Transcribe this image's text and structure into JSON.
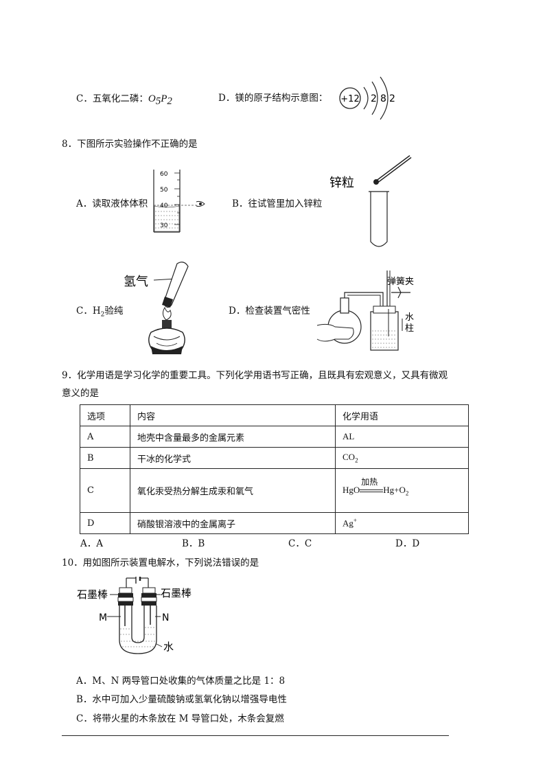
{
  "q7": {
    "option_c_label": "C．五氧化二磷：",
    "option_c_formula_a": "O",
    "option_c_formula_a_sub": "5",
    "option_c_formula_b": "P",
    "option_c_formula_b_sub": "2",
    "option_d_label": "D．镁的原子结构示意图：",
    "nucleus": "+12",
    "shells": [
      "2",
      "8",
      "2"
    ]
  },
  "q8": {
    "stem": "8．下图所示实验操作不正确的是",
    "a_label": "A．读取液体体积",
    "a_ticks": [
      "60",
      "50",
      "40",
      "30"
    ],
    "b_label": "B．往试管里加入锌粒",
    "b_tag": "锌粒",
    "c_label": "C．H",
    "c_label_sub": "2",
    "c_label_rest": "验纯",
    "c_tag": "氢气",
    "d_label": "D．检查装置气密性",
    "d_tag_clip": "弹簧夹",
    "d_tag_water_1": "水",
    "d_tag_water_2": "柱"
  },
  "q9": {
    "stem_line1": "9．化学用语是学习化学的重要工具。下列化学用语书写正确，且既具有宏观意义，又具有微观",
    "stem_line2": "意义的是",
    "headers": [
      "选项",
      "内容",
      "化学用语"
    ],
    "rows": [
      {
        "opt": "A",
        "content": "地壳中含量最多的金属元素",
        "expr": "AL"
      },
      {
        "opt": "B",
        "content": "干冰的化学式",
        "expr": "CO",
        "expr_sub": "2"
      },
      {
        "opt": "C",
        "content": "氧化汞受热分解生成汞和氧气",
        "expr_left": "HgO",
        "expr_cond": "加热",
        "expr_right": "Hg+O",
        "expr_right_sub": "2"
      },
      {
        "opt": "D",
        "content": "硝酸银溶液中的金属离子",
        "expr": "Ag",
        "expr_sup": "+"
      }
    ],
    "options": [
      "A．A",
      "B．B",
      "C．C",
      "D．D"
    ]
  },
  "q10": {
    "stem": "10．用如图所示装置电解水，下列说法错误的是",
    "label_left_rod": "石墨棒",
    "label_right_rod": "石墨棒",
    "label_m": "M",
    "label_n": "N",
    "label_water": "水",
    "options": [
      "A．M、N 两导管口处收集的气体质量之比是 1：8",
      "B．水中可加入少量硫酸钠或氢氧化钠以增强导电性",
      "C．将带火星的木条放在 M 导管口处，木条会复燃"
    ]
  }
}
